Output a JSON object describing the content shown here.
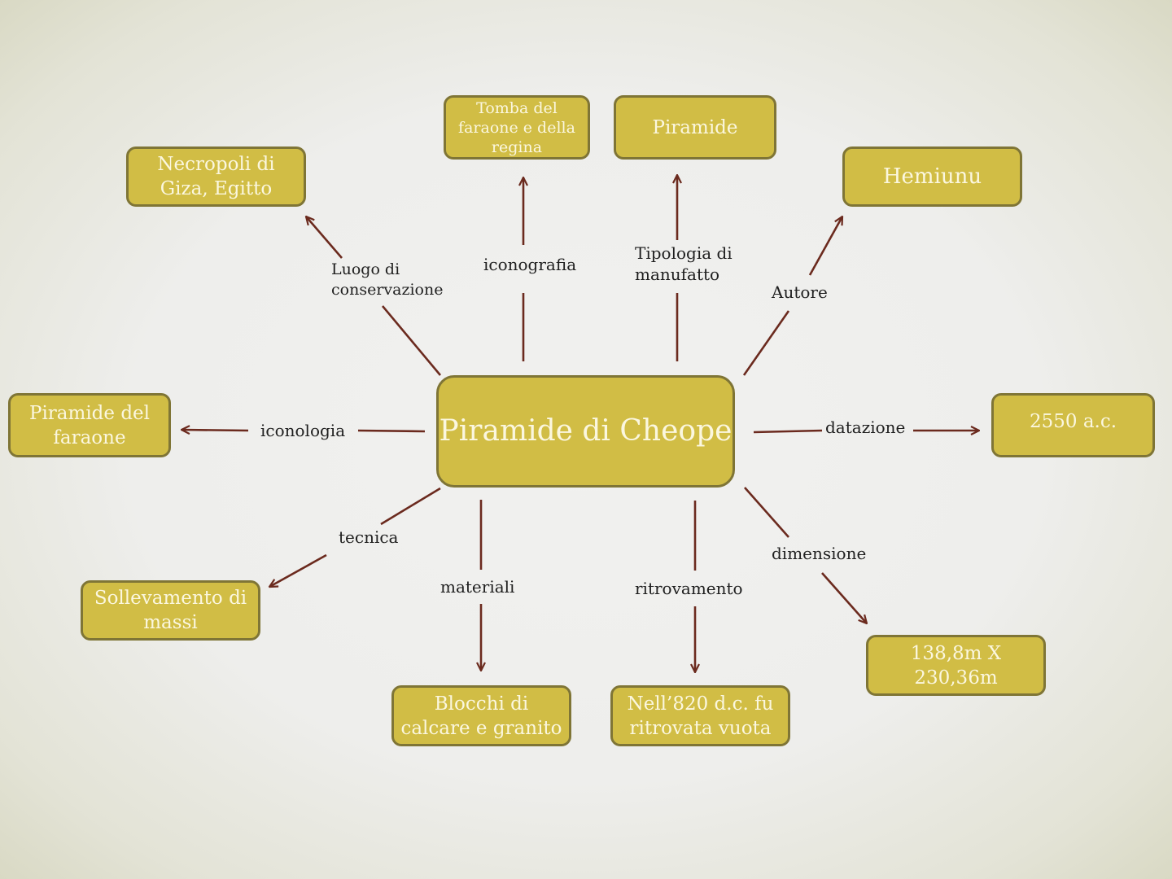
{
  "center": "Piramide di Cheope",
  "nodes": {
    "necropoli": "Necropoli di\nGiza, Egitto",
    "tomba": "Tomba del\nfaraone e della\nregina",
    "piramide": "Piramide",
    "hemiunu": "Hemiunu",
    "faraone": "Piramide del\nfaraone",
    "data": "2550 a.c.",
    "sollevamento": "Sollevamento di\nmassi",
    "blocchi": "Blocchi di\ncalcare e granito",
    "ritrovata": "Nell’820 d.c. fu\nritrovata vuota",
    "misure": "138,8m X\n230,36m"
  },
  "labels": {
    "luogo": "Luogo di\nconservazione",
    "iconografia": "iconografia",
    "tipologia": "Tipologia di\nmanufatto",
    "autore": "Autore",
    "iconologia": "iconologia",
    "datazione": "datazione",
    "tecnica": "tecnica",
    "materiali": "materiali",
    "ritrovamento": "ritrovamento",
    "dimensione": "dimensione"
  },
  "colors": {
    "box_fill": "#d1bd45",
    "box_border": "#7f7536",
    "box_text": "#fbf7df",
    "arrow": "#6b2a1e"
  }
}
